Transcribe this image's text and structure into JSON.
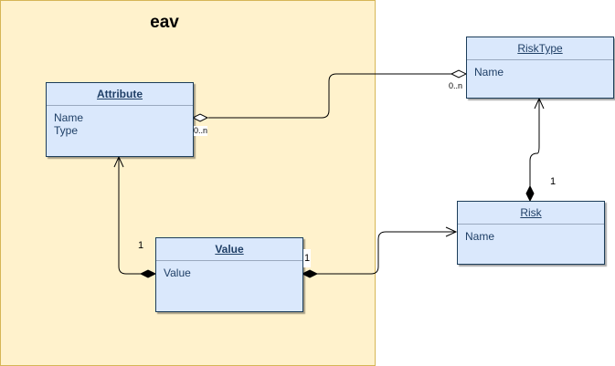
{
  "container": {
    "title": "eav"
  },
  "classes": {
    "attribute": {
      "name": "Attribute",
      "attrs": [
        "Name",
        "Type"
      ]
    },
    "value": {
      "name": "Value",
      "attrs": [
        "Value"
      ]
    },
    "risktype": {
      "name": "RiskType",
      "attrs": [
        "Name"
      ]
    },
    "risk": {
      "name": "Risk",
      "attrs": [
        "Name"
      ]
    }
  },
  "multiplicities": {
    "attribute_rt": "0..n",
    "risktype_attr": "0..n",
    "value_attr": "1",
    "value_risk": "1",
    "risk_rt": "1"
  }
}
